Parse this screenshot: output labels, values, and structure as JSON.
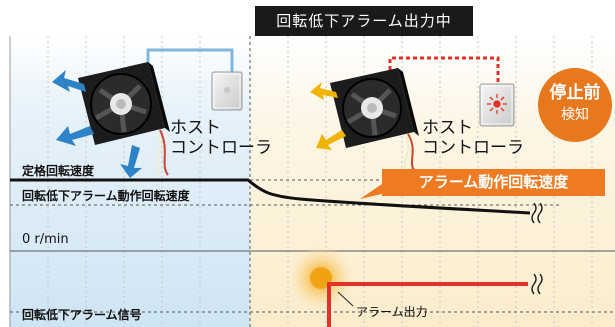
{
  "banner": {
    "label": "回転低下アラーム出力中"
  },
  "badge": {
    "main": "停止前",
    "sub": "検知"
  },
  "left_fan": {
    "host_line1": "ホスト",
    "host_line2": "コントローラ"
  },
  "right_fan": {
    "host_line1": "ホスト",
    "host_line2": "コントローラ"
  },
  "labels": {
    "rated_speed": "定格回転速度",
    "alarm_speed_threshold": "回転低下アラーム動作回転速度",
    "zero_speed": "0 r/min",
    "alarm_signal": "回転低下アラーム信号",
    "alarm_operating_speed": "アラーム動作回転速度",
    "alarm_output": "アラーム出力"
  },
  "colors": {
    "normal_panel": "#dcedf8",
    "alarm_panel": "#fdf3df",
    "badge_orange": "#ee7a22",
    "signal_red": "#e0312b",
    "airflow_blue": "#2e82c8",
    "airflow_yellow": "#f0b400",
    "cable_blue": "#7fb8dc",
    "cable_red": "#e0312b"
  },
  "icons": [
    "fan-icon",
    "controller-box-icon",
    "alarm-light-icon",
    "break-mark-icon",
    "glow-icon"
  ]
}
